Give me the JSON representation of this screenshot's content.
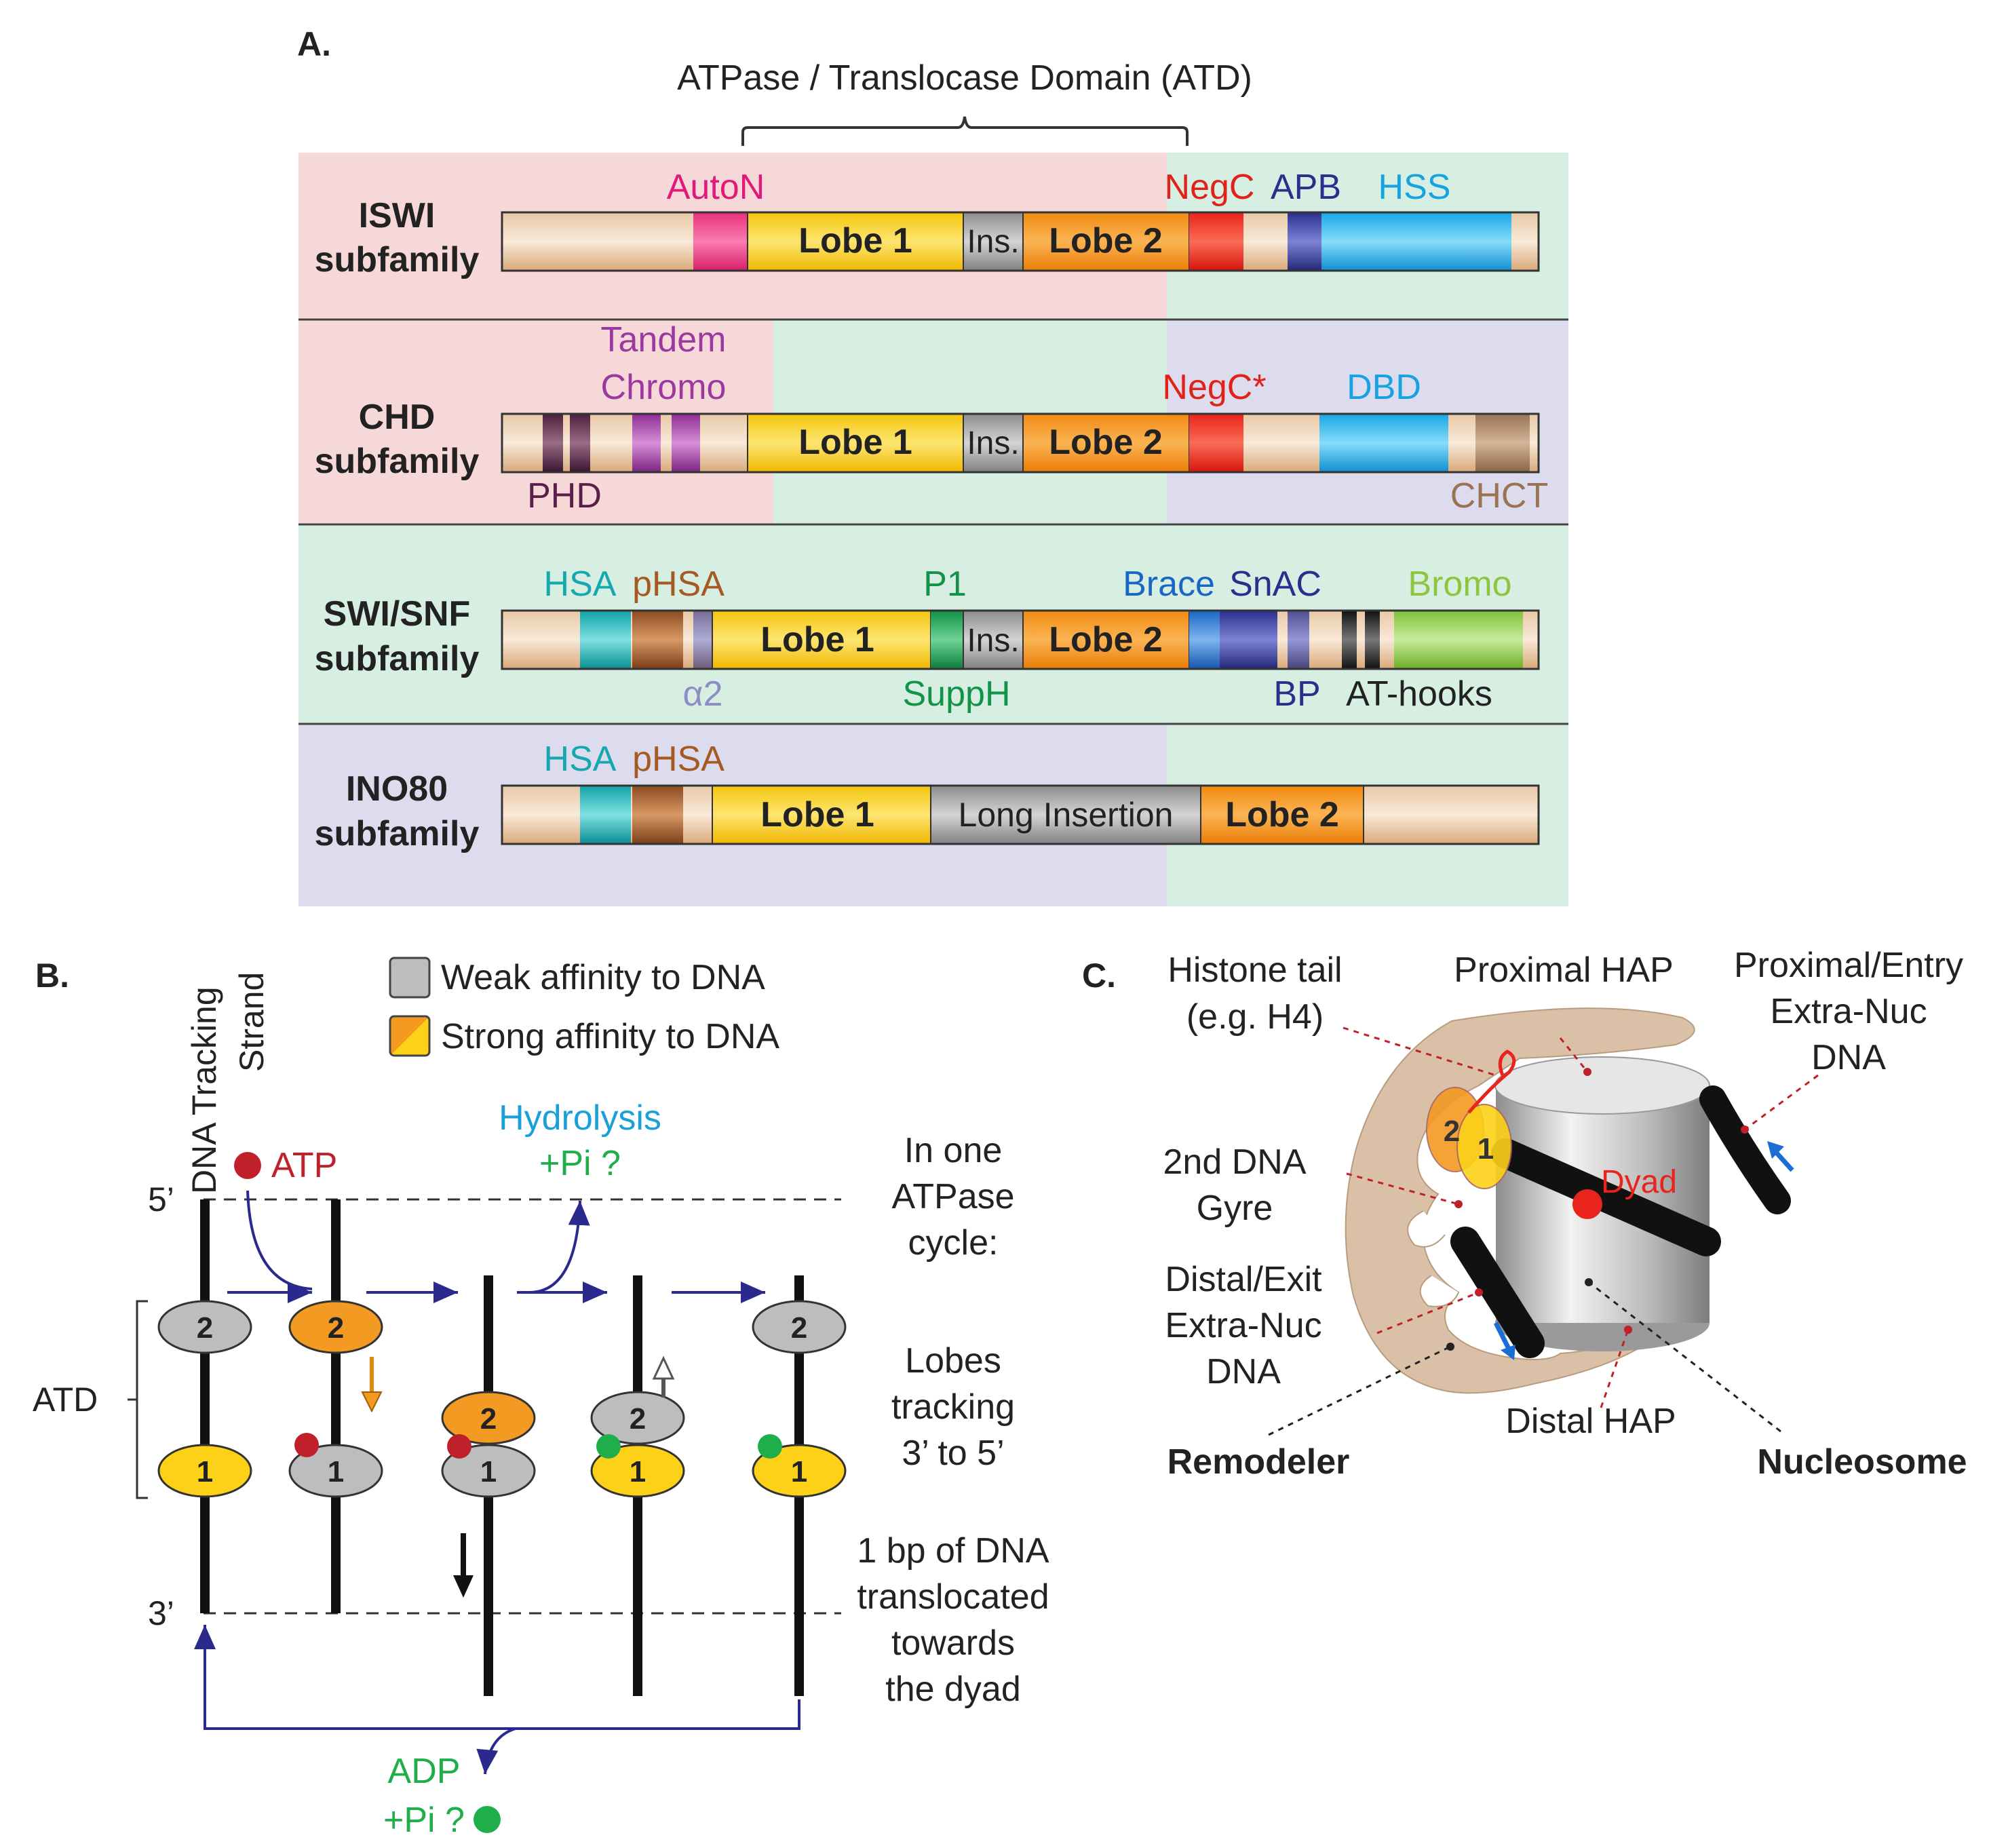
{
  "panelA": {
    "label": "A.",
    "atd_title": "ATPase / Translocase Domain (ATD)",
    "colors": {
      "pink_bg": "#f7d8d8",
      "green_bg": "#d6efe2",
      "lav_bg": "#dcdcee",
      "tan": "#e9b88e",
      "lobe1": "#fcd118",
      "lobe2": "#f59b2a",
      "ins": "#a0a0a0"
    },
    "iswi": {
      "name1": "ISWI",
      "name2": "subfamily",
      "autoN": "AutoN",
      "lobe1": "Lobe 1",
      "ins": "Ins.",
      "lobe2": "Lobe 2",
      "negC": "NegC",
      "apb": "APB",
      "hss": "HSS"
    },
    "chd": {
      "name1": "CHD",
      "name2": "subfamily",
      "tandem": "Tandem",
      "chromo": "Chromo",
      "phd": "PHD",
      "lobe1": "Lobe 1",
      "ins": "Ins.",
      "lobe2": "Lobe 2",
      "negC": "NegC*",
      "dbd": "DBD",
      "chct": "CHCT"
    },
    "swisnf": {
      "name1": "SWI/SNF",
      "name2": "subfamily",
      "hsa": "HSA",
      "phsa": "pHSA",
      "p1": "P1",
      "brace": "Brace",
      "snac": "SnAC",
      "bromo": "Bromo",
      "alpha2": "α2",
      "supph": "SuppH",
      "bp": "BP",
      "athooks": "AT-hooks",
      "lobe1": "Lobe 1",
      "ins": "Ins.",
      "lobe2": "Lobe 2"
    },
    "ino80": {
      "name1": "INO80",
      "name2": "subfamily",
      "hsa": "HSA",
      "phsa": "pHSA",
      "lobe1": "Lobe 1",
      "long_insertion": "Long Insertion",
      "lobe2": "Lobe 2"
    }
  },
  "panelB": {
    "label": "B.",
    "strand_line1": "DNA Tracking",
    "strand_line2": "Strand",
    "legend_weak": "Weak affinity to DNA",
    "legend_strong": "Strong affinity to DNA",
    "atp": "ATP",
    "hydrolysis": "Hydrolysis",
    "pi_q": "+Pi ?",
    "five_prime": "5’",
    "three_prime": "3’",
    "atd": "ATD",
    "lobe_one": "1",
    "lobe_two": "2",
    "cycle": [
      "In one",
      "ATPase",
      "cycle:"
    ],
    "tracking": [
      "Lobes",
      "tracking",
      "3’ to 5’"
    ],
    "translocated": [
      "1 bp of DNA",
      "translocated",
      "towards",
      "the dyad"
    ],
    "adp": "ADP",
    "adp_pi": "+Pi ?"
  },
  "panelC": {
    "label": "C.",
    "histone_tail": [
      "Histone tail",
      "(e.g. H4)"
    ],
    "proximal_hap": "Proximal HAP",
    "entry_dna": [
      "Proximal/Entry",
      "Extra-Nuc",
      "DNA"
    ],
    "second_gyre": [
      "2nd DNA",
      "Gyre"
    ],
    "dyad": "Dyad",
    "exit_dna": [
      "Distal/Exit",
      "Extra-Nuc",
      "DNA"
    ],
    "distal_hap": "Distal HAP",
    "remodeler": "Remodeler",
    "nucleosome": "Nucleosome",
    "lobe_one": "1",
    "lobe_two": "2"
  }
}
